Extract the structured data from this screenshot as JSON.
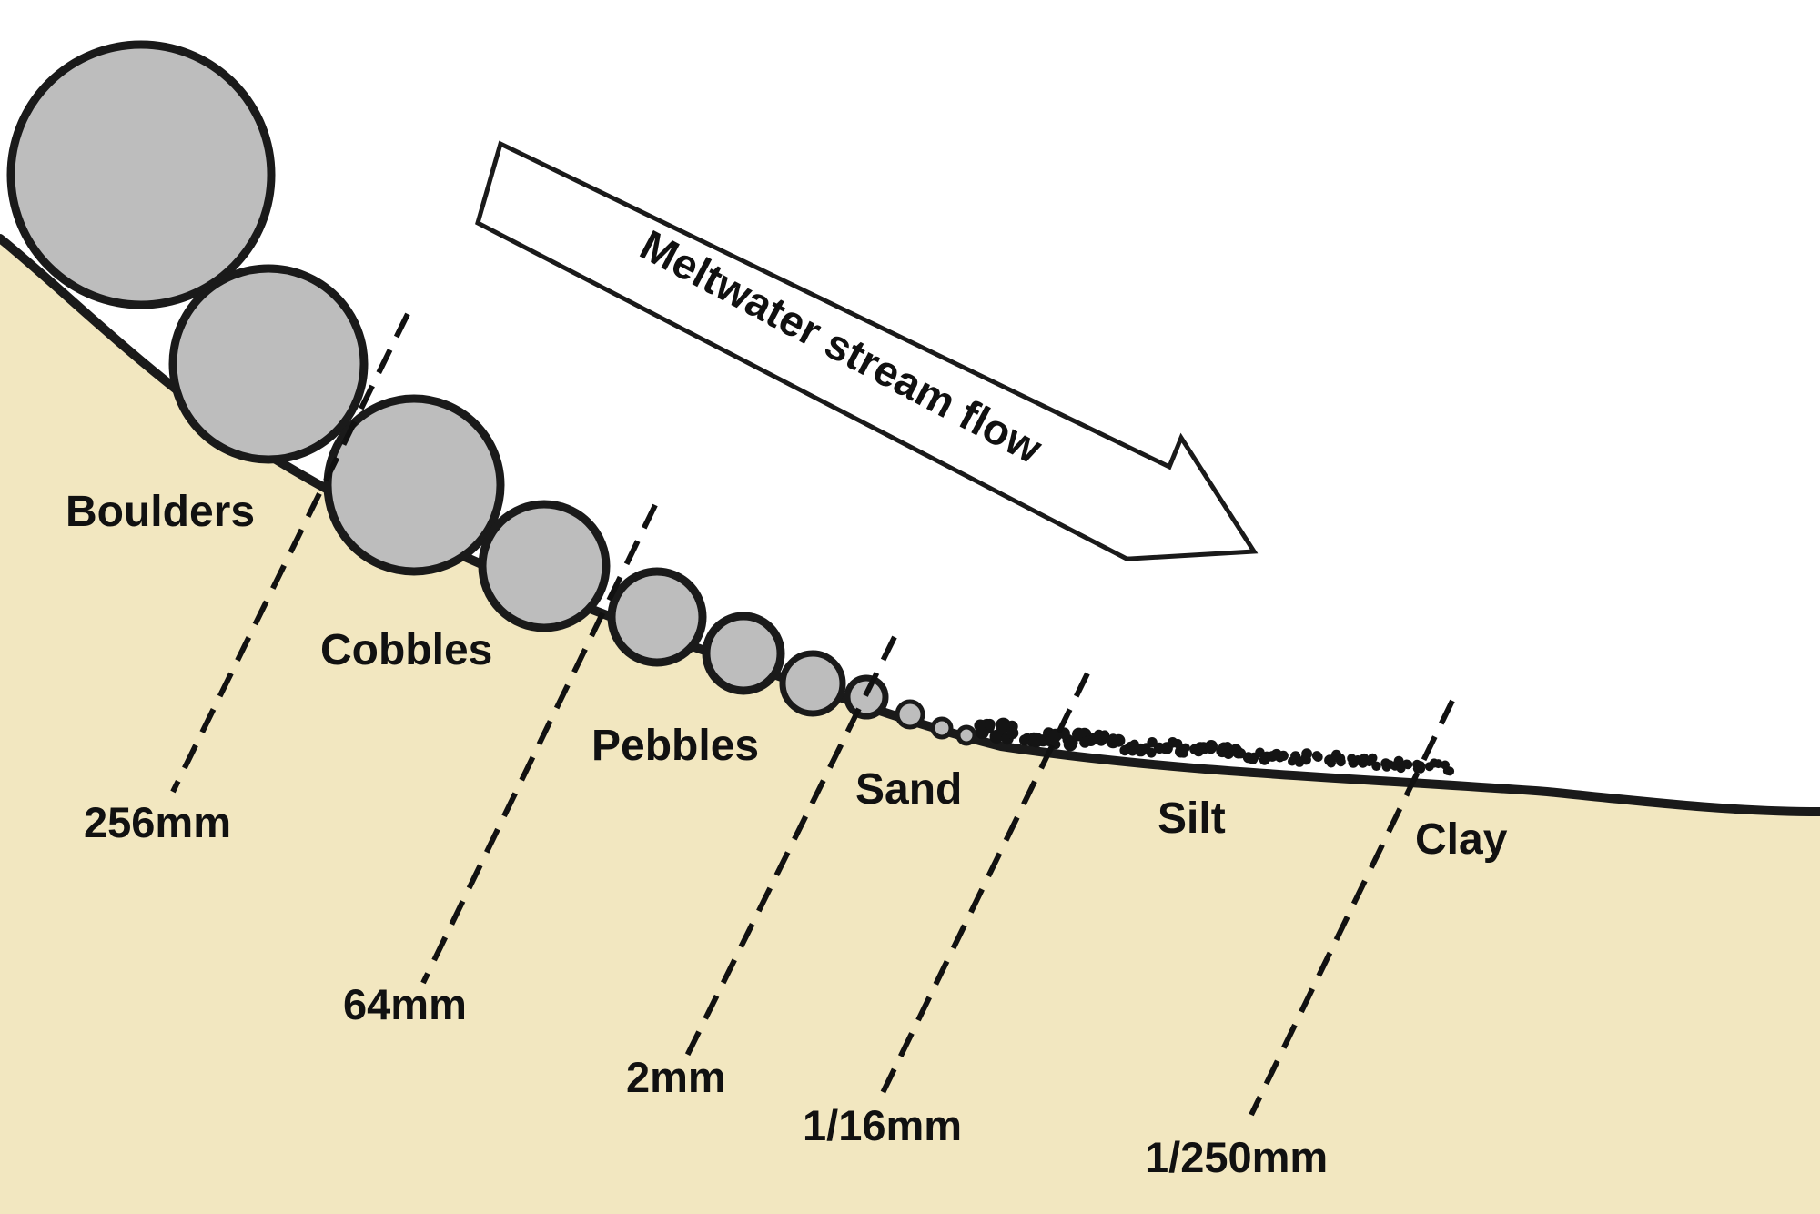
{
  "diagram": {
    "flow_label": "Meltwater stream flow",
    "categories": [
      "Boulders",
      "Cobbles",
      "Pebbles",
      "Sand",
      "Silt",
      "Clay"
    ],
    "size_limits": [
      "256mm",
      "64mm",
      "2mm",
      "1/16mm",
      "1/250mm"
    ],
    "colors": {
      "ground": "#f2e7c0",
      "grain_fill": "#bdbdbd",
      "outline": "#1a1a1a",
      "arrow_fill": "#ffffff"
    }
  }
}
